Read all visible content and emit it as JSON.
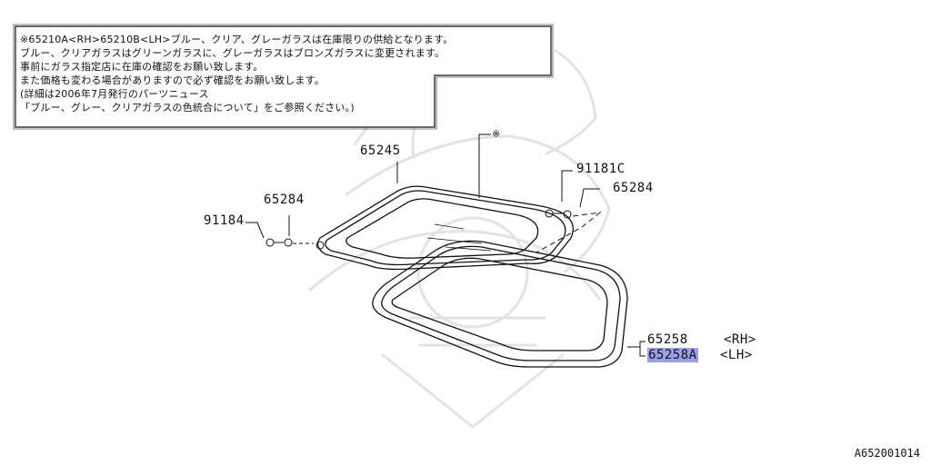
{
  "note": {
    "lines": [
      "※65210A<RH>65210B<LH>ブルー、クリア、グレーガラスは在庫限りの供給となります。",
      "ブルー、クリアガラスはグリーンガラスに、グレーガラスはブロンズガラスに変更されます。",
      "事前にガラス指定店に在庫の確認をお願い致します。",
      "また価格も変わる場合がありますので必ず確認をお願い致します。",
      "(詳細は2006年7月発行のパーツニュース",
      "「ブルー、グレー、クリアガラスの色統合について」をご参照ください。)"
    ]
  },
  "callouts": {
    "c65245": "65245",
    "asterisk": "※",
    "c91181c": "91181C",
    "c65284_right": "65284",
    "c65284_left": "65284",
    "c91184": "91184",
    "c65258": "65258",
    "c65258_side": "<RH>",
    "c65258a": "65258A",
    "c65258a_side": "<LH>"
  },
  "highlight_color": "#9aa0e8",
  "figure_id": "A652001014"
}
